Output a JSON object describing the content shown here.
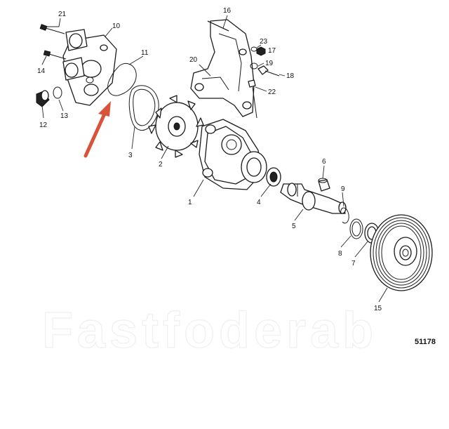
{
  "diagram": {
    "figure_number": "51178",
    "callouts": {
      "c1": "1",
      "c2": "2",
      "c3": "3",
      "c4": "4",
      "c5": "5",
      "c6": "6",
      "c7": "7",
      "c8": "8",
      "c9": "9",
      "c10": "10",
      "c11": "11",
      "c12": "12",
      "c13": "13",
      "c14": "14",
      "c15": "15",
      "c16": "16",
      "c17": "17",
      "c18": "18",
      "c19": "19",
      "c20": "20",
      "c21": "21",
      "c22": "22",
      "c23": "23"
    },
    "highlight_arrow_color": "#d9533b",
    "watermark": "Fastfoderab"
  }
}
